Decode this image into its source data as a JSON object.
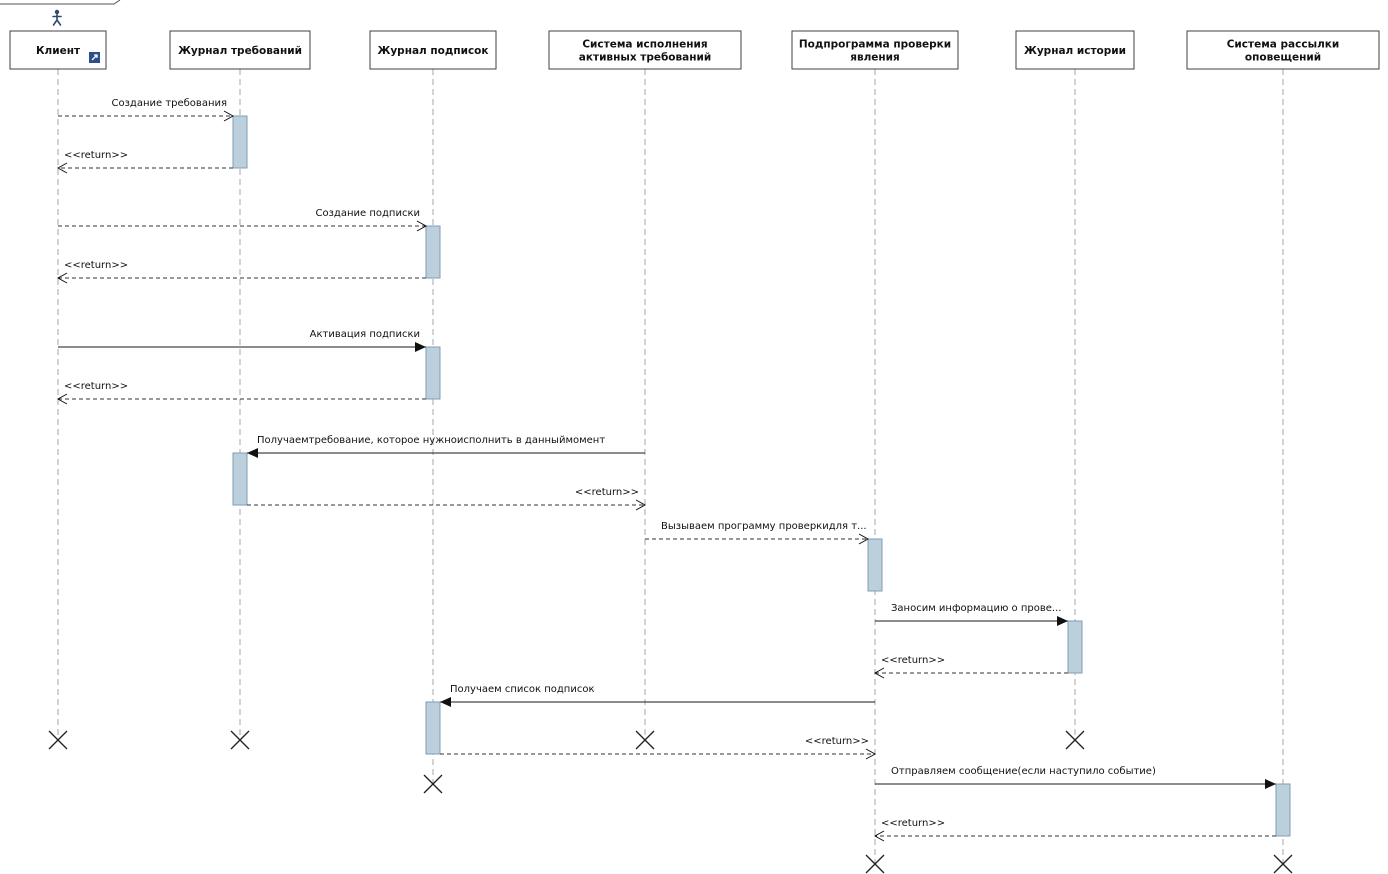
{
  "lifelines": [
    {
      "id": "client",
      "label": [
        "Клиент"
      ],
      "actor": true,
      "link_icon": true
    },
    {
      "id": "req_journal",
      "label": [
        "Журнал требований"
      ]
    },
    {
      "id": "sub_journal",
      "label": [
        "Журнал подписок"
      ]
    },
    {
      "id": "exec_system",
      "label": [
        "Система исполнения",
        "активных требований"
      ]
    },
    {
      "id": "check_sub",
      "label": [
        "Подпрограмма проверки",
        "явления"
      ]
    },
    {
      "id": "history",
      "label": [
        "Журнал истории"
      ]
    },
    {
      "id": "notify",
      "label": [
        "Система рассылки",
        "оповещений"
      ]
    }
  ],
  "messages": [
    {
      "from": "client",
      "to": "req_journal",
      "kind": "async",
      "label": "Создание требования"
    },
    {
      "from": "req_journal",
      "to": "client",
      "kind": "return",
      "label": "<<return>>"
    },
    {
      "from": "client",
      "to": "sub_journal",
      "kind": "async",
      "label": "Создание подписки"
    },
    {
      "from": "sub_journal",
      "to": "client",
      "kind": "return",
      "label": "<<return>>"
    },
    {
      "from": "client",
      "to": "sub_journal",
      "kind": "sync",
      "label": "Активация подписки"
    },
    {
      "from": "sub_journal",
      "to": "client",
      "kind": "return",
      "label": "<<return>>"
    },
    {
      "from": "exec_system",
      "to": "req_journal",
      "kind": "sync",
      "label": "Получаемтребование, которое нужноисполнить в данныймомент"
    },
    {
      "from": "req_journal",
      "to": "exec_system",
      "kind": "return",
      "label": "<<return>>"
    },
    {
      "from": "exec_system",
      "to": "check_sub",
      "kind": "async",
      "label": "Вызываем программу проверкидля т..."
    },
    {
      "from": "check_sub",
      "to": "history",
      "kind": "sync",
      "label": "Заносим информацию о прове..."
    },
    {
      "from": "history",
      "to": "check_sub",
      "kind": "return",
      "label": "<<return>>"
    },
    {
      "from": "check_sub",
      "to": "sub_journal",
      "kind": "sync",
      "label": "Получаем список подписок"
    },
    {
      "from": "sub_journal",
      "to": "check_sub",
      "kind": "return",
      "label": "<<return>>"
    },
    {
      "from": "check_sub",
      "to": "notify",
      "kind": "sync",
      "label": "Отправляем сообщение(если наступило событие)"
    },
    {
      "from": "notify",
      "to": "check_sub",
      "kind": "return",
      "label": "<<return>>"
    }
  ],
  "icons": {
    "actor": "stick-figure-icon",
    "link": "shortcut-link-icon",
    "destroy": "destroy-x-icon"
  }
}
